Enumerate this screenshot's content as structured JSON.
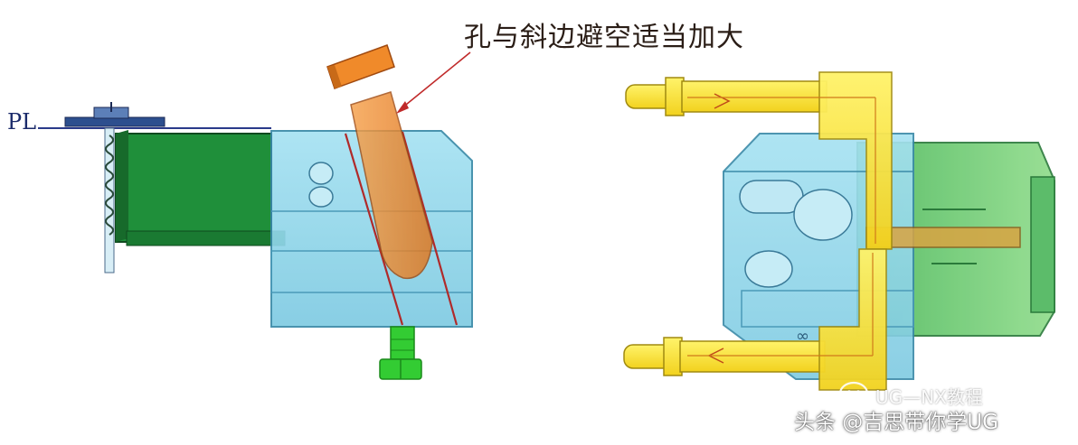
{
  "annotation": {
    "text": "孔与斜边避空适当加大"
  },
  "labels": {
    "parting_line": "PL"
  },
  "watermark": {
    "channel": "UG—NX教程",
    "account": "头条 @吉思带你学UG"
  },
  "colors": {
    "slider_cyan": "#8fd6ea",
    "insert_green": "#1f8f3a",
    "angle_pin_orange": "#f08a2a",
    "screw_green": "#33cc33",
    "cooling_yellow": "#ffe838",
    "outline_red": "#b02a2a"
  }
}
